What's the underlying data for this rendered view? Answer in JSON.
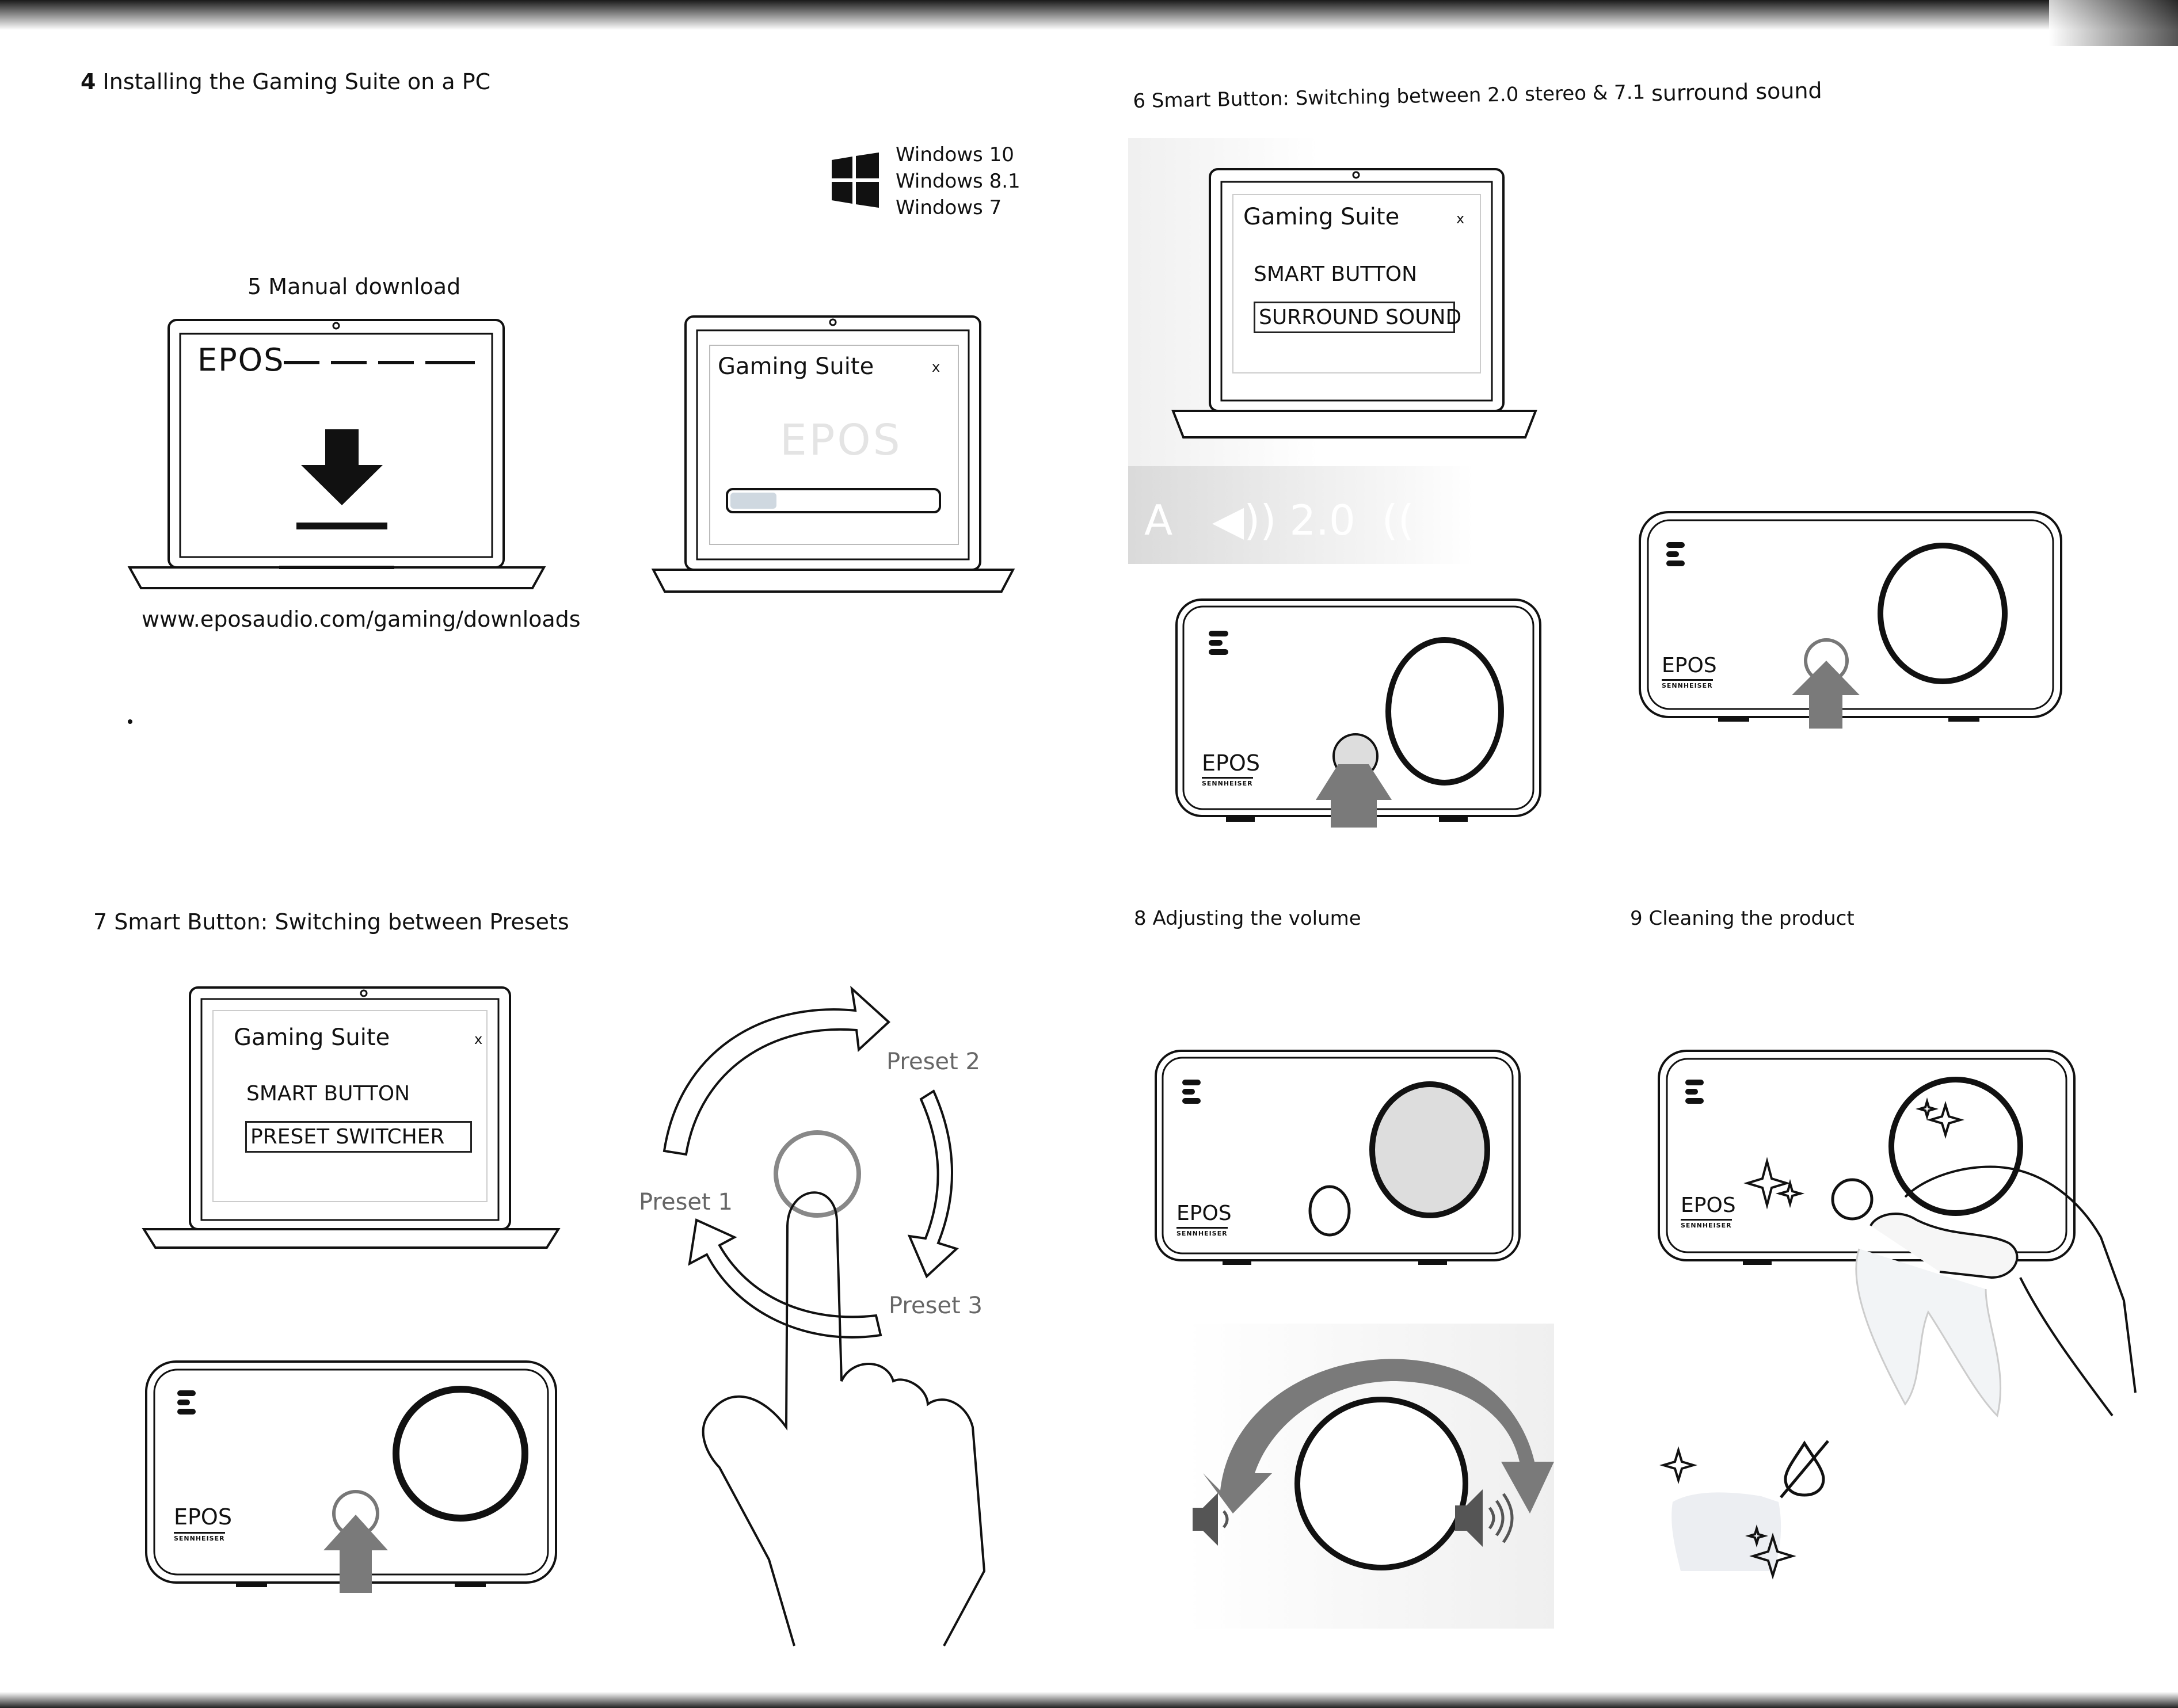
{
  "section4": {
    "num": "4",
    "title": "Installing the Gaming Suite on a PC"
  },
  "os_list": [
    "Windows 10",
    "Windows 8.1",
    "Windows 7"
  ],
  "section5": {
    "num": "5",
    "title": "Manual download",
    "brand": "EPOS",
    "url": "www.eposaudio.com/gaming/downloads"
  },
  "installer": {
    "window_title": "Gaming Suite",
    "close": "x",
    "watermark": "EPOS"
  },
  "section6": {
    "num": "6",
    "title_main": "Smart Button: Switching between 2.0 stereo & 7.1 ",
    "title_tail": "surround sound",
    "window_title": "Gaming Suite",
    "close": "x",
    "label": "SMART BUTTON",
    "option": "SURROUND SOUND",
    "faded_text": "A   ◀)) 2.0  (("
  },
  "section7": {
    "num": "7",
    "title": "Smart Button: Switching between Presets",
    "window_title": "Gaming Suite",
    "close": "x",
    "label": "SMART BUTTON",
    "option": "PRESET SWITCHER",
    "presets": [
      "Preset 1",
      "Preset 2",
      "Preset 3"
    ]
  },
  "section8": {
    "num": "8",
    "title": "Adjusting the volume"
  },
  "section9": {
    "num": "9",
    "title": "Cleaning the product"
  },
  "device": {
    "brand": "EPOS",
    "sub": "SENNHEISER"
  },
  "colors": {
    "ink": "#111111",
    "arrow_gray": "#7a7a7a",
    "light_gray": "#d8d8d8"
  }
}
